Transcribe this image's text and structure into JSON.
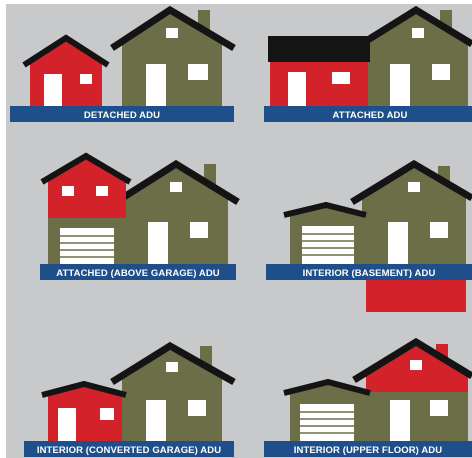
{
  "colors": {
    "background": "#c8c9cb",
    "house_green": "#6b6e47",
    "adu_red": "#d3222a",
    "roof_black": "#141414",
    "label_blue": "#1e4f8b",
    "window_white": "#ffffff"
  },
  "panels": [
    {
      "label": "DETACHED ADU"
    },
    {
      "label": "ATTACHED ADU"
    },
    {
      "label": "ATTACHED (ABOVE GARAGE) ADU"
    },
    {
      "label": "INTERIOR (BASEMENT) ADU"
    },
    {
      "label": "INTERIOR (CONVERTED GARAGE) ADU"
    },
    {
      "label": "INTERIOR (UPPER FLOOR) ADU"
    }
  ]
}
